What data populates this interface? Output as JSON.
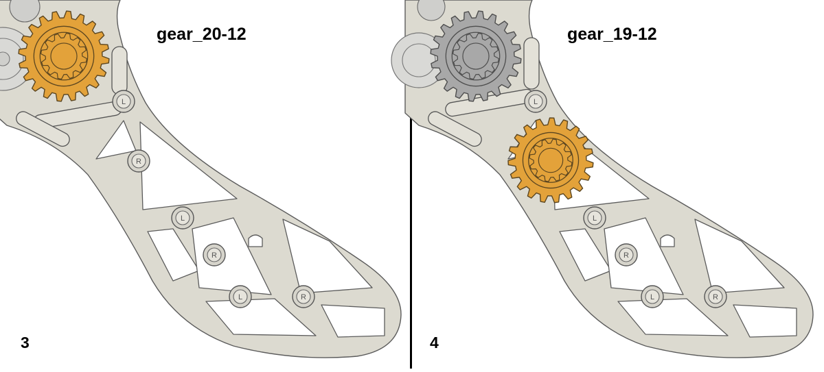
{
  "panels": [
    {
      "step_number": "3",
      "gear_label": "gear_20-12",
      "highlighted_gear": "gear-20-12",
      "pin_labels": [
        "L",
        "R",
        "L",
        "R",
        "L",
        "R"
      ]
    },
    {
      "step_number": "4",
      "gear_label": "gear_19-12",
      "highlighted_gear": "gear-19-12",
      "pin_labels": [
        "L",
        "L",
        "R",
        "L",
        "R"
      ]
    }
  ],
  "colors": {
    "highlight_gear": "#e3a23a",
    "inactive_gear": "#a8a8a8",
    "frame": "#dcdad0",
    "outline": "#555555",
    "divider": "#000000"
  }
}
